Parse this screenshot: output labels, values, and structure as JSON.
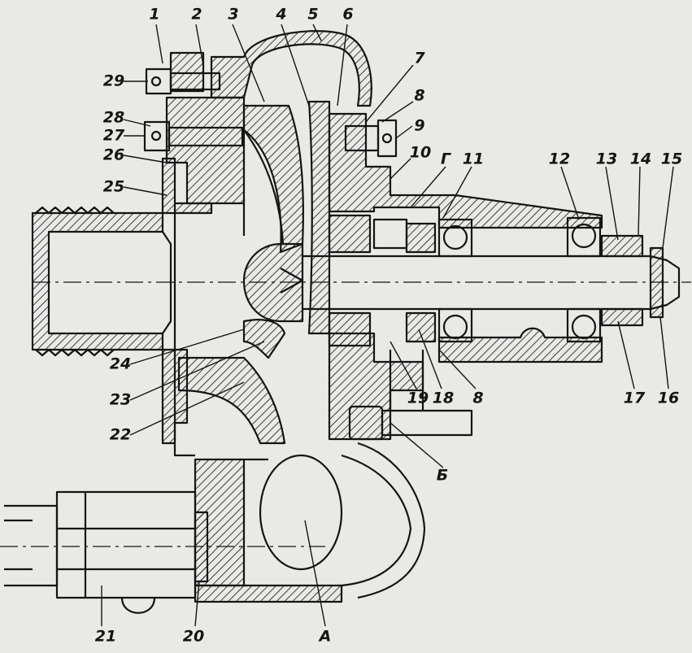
{
  "diagram": {
    "callouts": [
      "1",
      "2",
      "3",
      "4",
      "5",
      "6",
      "7",
      "8",
      "9",
      "10",
      "Г",
      "11",
      "12",
      "13",
      "14",
      "15",
      "29",
      "28",
      "27",
      "26",
      "25",
      "24",
      "23",
      "22",
      "19",
      "18",
      "8",
      "17",
      "16",
      "Б",
      "21",
      "20",
      "А"
    ]
  },
  "colors": {
    "paper": "#e9e9e6",
    "ink": "#141414"
  }
}
